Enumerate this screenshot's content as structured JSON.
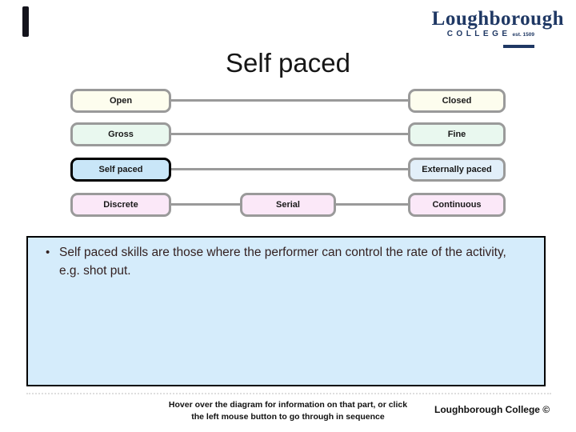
{
  "logo": {
    "name": "Loughborough",
    "college": "COLLEGE",
    "est": "est. 1509"
  },
  "title": "Self paced",
  "diagram": {
    "boxes": {
      "open": "Open",
      "closed": "Closed",
      "gross": "Gross",
      "fine": "Fine",
      "self_paced": "Self paced",
      "externally_paced": "Externally paced",
      "discrete": "Discrete",
      "serial": "Serial",
      "continuous": "Continuous"
    },
    "selected_box": "Self paced"
  },
  "content": {
    "bullet": "•",
    "text": "Self paced skills are those where the performer can control the rate of the activity, e.g. shot put."
  },
  "footer": {
    "instruction_line1": "Hover over the diagram for information on that part, or click",
    "instruction_line2": "the left mouse button to go through in sequence",
    "credit": "Loughborough College ©"
  },
  "colors": {
    "logo_navy": "#1f3864",
    "box_border_gray": "#9a9a9a",
    "selected_box_border": "#000000",
    "fill_cream": "#fdfdee",
    "fill_green": "#e9f8ef",
    "fill_blue_selected": "#c9e6f8",
    "fill_blue_light": "#e2eff9",
    "fill_pink": "#fbe8f8",
    "textbox_fill": "#d5ecfb",
    "textbox_border": "#000000",
    "body_text": "#321f1f"
  }
}
